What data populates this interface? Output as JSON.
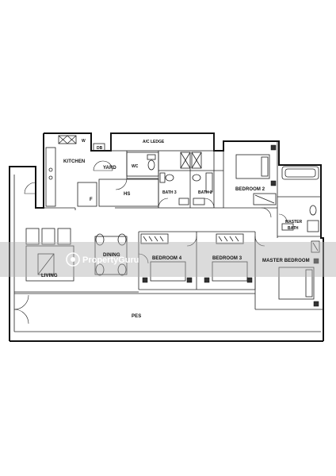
{
  "rooms": {
    "ac_ledge": "A/C LEDGE",
    "kitchen": "KITCHEN",
    "w": "W",
    "db": "DB",
    "yard": "YARD",
    "wc": "WC",
    "hs": "HS",
    "f": "F",
    "bath3": "BATH 3",
    "bath2": "BATH 2",
    "bedroom2": "BEDROOM 2",
    "master_bath_line1": "MASTER",
    "master_bath_line2": "BATH",
    "dining": "DINING",
    "living": "LIVING",
    "bedroom4": "BEDROOM 4",
    "bedroom3": "BEDROOM 3",
    "master_bedroom": "MASTER BEDROOM",
    "pes": "PES"
  },
  "watermark": {
    "text": "PropertyGuru",
    "color": "#9a9a9a"
  },
  "colors": {
    "wall": "#111111",
    "background": "#ffffff"
  }
}
